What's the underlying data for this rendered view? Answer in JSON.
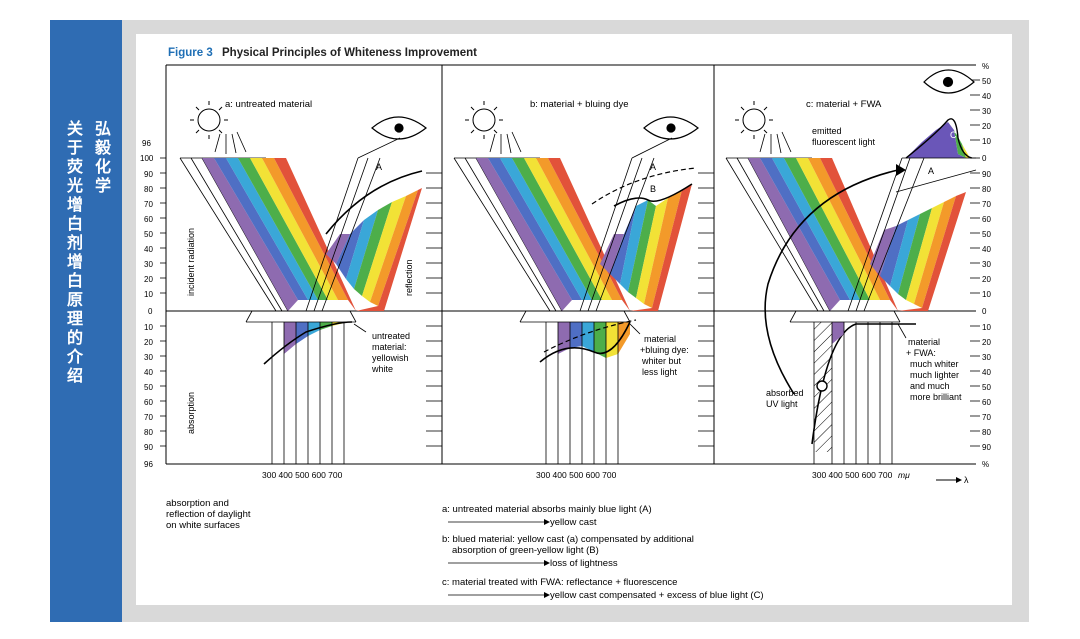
{
  "sidebar": {
    "title_line1": "弘毅化学",
    "title_line2": "关于荧光增白剂增白原理的介绍",
    "color": "#2f6cb3"
  },
  "figure": {
    "label": "Figure 3",
    "title": "Physical Principles of Whiteness Improvement",
    "label_color": "#1f6fb5"
  },
  "panels": {
    "a": {
      "caption": "a: untreated material",
      "marker": "A",
      "annotation": [
        "untreated",
        "material:",
        "yellowish",
        "white"
      ]
    },
    "b": {
      "caption": "b: material + bluing dye",
      "markers": [
        "A",
        "B"
      ],
      "annotation": [
        "material",
        "+bluing dye:",
        "whiter but",
        "less light"
      ]
    },
    "c": {
      "caption": "c: material + FWA",
      "marker": "C",
      "marker2": "A",
      "emitted": [
        "emitted",
        "fluorescent light"
      ],
      "absorbed": [
        "absorbed",
        "UV light"
      ],
      "annotation": [
        "material",
        "+ FWA:",
        "much whiter",
        "much lighter",
        "and much",
        "more brilliant"
      ]
    }
  },
  "axes": {
    "incident_radiation": "incident radiation",
    "reflection": "reflection",
    "absorption": "absorption",
    "scale_top": [
      "96",
      "100",
      "90",
      "80",
      "70",
      "60",
      "50",
      "40",
      "30",
      "20",
      "10",
      "0"
    ],
    "scale_bottom": [
      "10",
      "20",
      "30",
      "40",
      "50",
      "60",
      "70",
      "80",
      "90",
      "96"
    ],
    "right_scale_top": [
      "%",
      "50",
      "40",
      "30",
      "20",
      "10",
      "0",
      "90",
      "80",
      "70",
      "60",
      "50",
      "40",
      "30",
      "20",
      "10",
      "0"
    ],
    "right_scale_bottom": [
      "10",
      "20",
      "30",
      "40",
      "50",
      "60",
      "70",
      "80",
      "90",
      "%"
    ],
    "wavelengths_ab": "300 400 500 600 700",
    "wavelengths_c": "300 400 500 600 700",
    "mu": "mμ",
    "lambda": "λ"
  },
  "footnote_left": [
    "absorption and",
    "reflection of daylight",
    "on white surfaces"
  ],
  "legend": {
    "a_line": "a: untreated material absorbs mainly blue light (A)",
    "a_result": "yellow cast",
    "b_line1": "b: blued material: yellow cast (a) compensated by additional",
    "b_line2": "absorption of green-yellow light (B)",
    "b_result": "loss of lightness",
    "c_line": "c: material treated with FWA: reflectance + fluorescence",
    "c_result": "yellow cast compensated + excess of blue light (C)"
  },
  "colors": {
    "spectrum": [
      "#8e6bb0",
      "#4f6fc4",
      "#3aa7d8",
      "#4dae4a",
      "#f2e236",
      "#f39a2a",
      "#e2523a"
    ],
    "panel_bg": "#d9d9d9"
  }
}
